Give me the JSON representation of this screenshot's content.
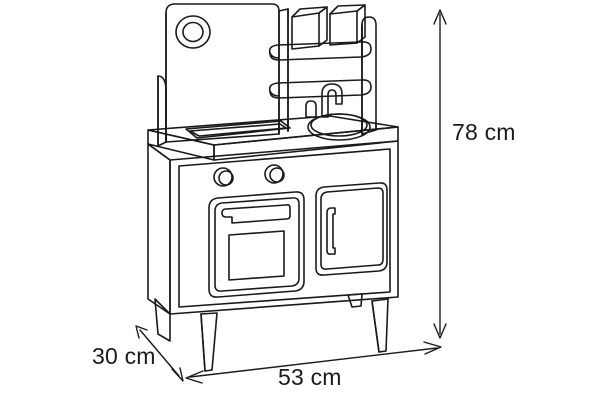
{
  "document": {
    "type": "technical-line-drawing",
    "subject": "toy play kitchen",
    "background_color": "#ffffff",
    "line_color": "#1a1a1a"
  },
  "dimensions": {
    "height": {
      "value": 78,
      "unit": "cm",
      "label": "78 cm",
      "axis": "vertical",
      "position": "right"
    },
    "width": {
      "value": 53,
      "unit": "cm",
      "label": "53 cm",
      "axis": "horizontal",
      "position": "bottom"
    },
    "depth": {
      "value": 30,
      "unit": "cm",
      "label": "30 cm",
      "axis": "diagonal",
      "position": "bottom-left"
    }
  },
  "product_parts": {
    "backsplash_panel": "backsplash-panel",
    "clock_dial": "clock-dial",
    "side_wing": "left-side-wing",
    "upper_shelf": "upper-shelf",
    "lower_shelf": "lower-shelf",
    "canister_left": "canister-box-left",
    "canister_right": "canister-box-right",
    "faucet": "faucet-gooseneck",
    "faucet_handle": "faucet-handle",
    "sink_basin": "sink-basin-oval",
    "countertop": "countertop",
    "cooktop": "cooktop-hob",
    "knob_left": "control-knob-left",
    "knob_right": "control-knob-right",
    "oven_door": "oven-door",
    "oven_handle": "oven-door-handle",
    "oven_window": "oven-door-window",
    "cabinet_door": "cabinet-door",
    "cabinet_handle": "cabinet-door-handle",
    "legs": [
      "leg-front-left",
      "leg-front-right",
      "leg-rear-right"
    ]
  }
}
